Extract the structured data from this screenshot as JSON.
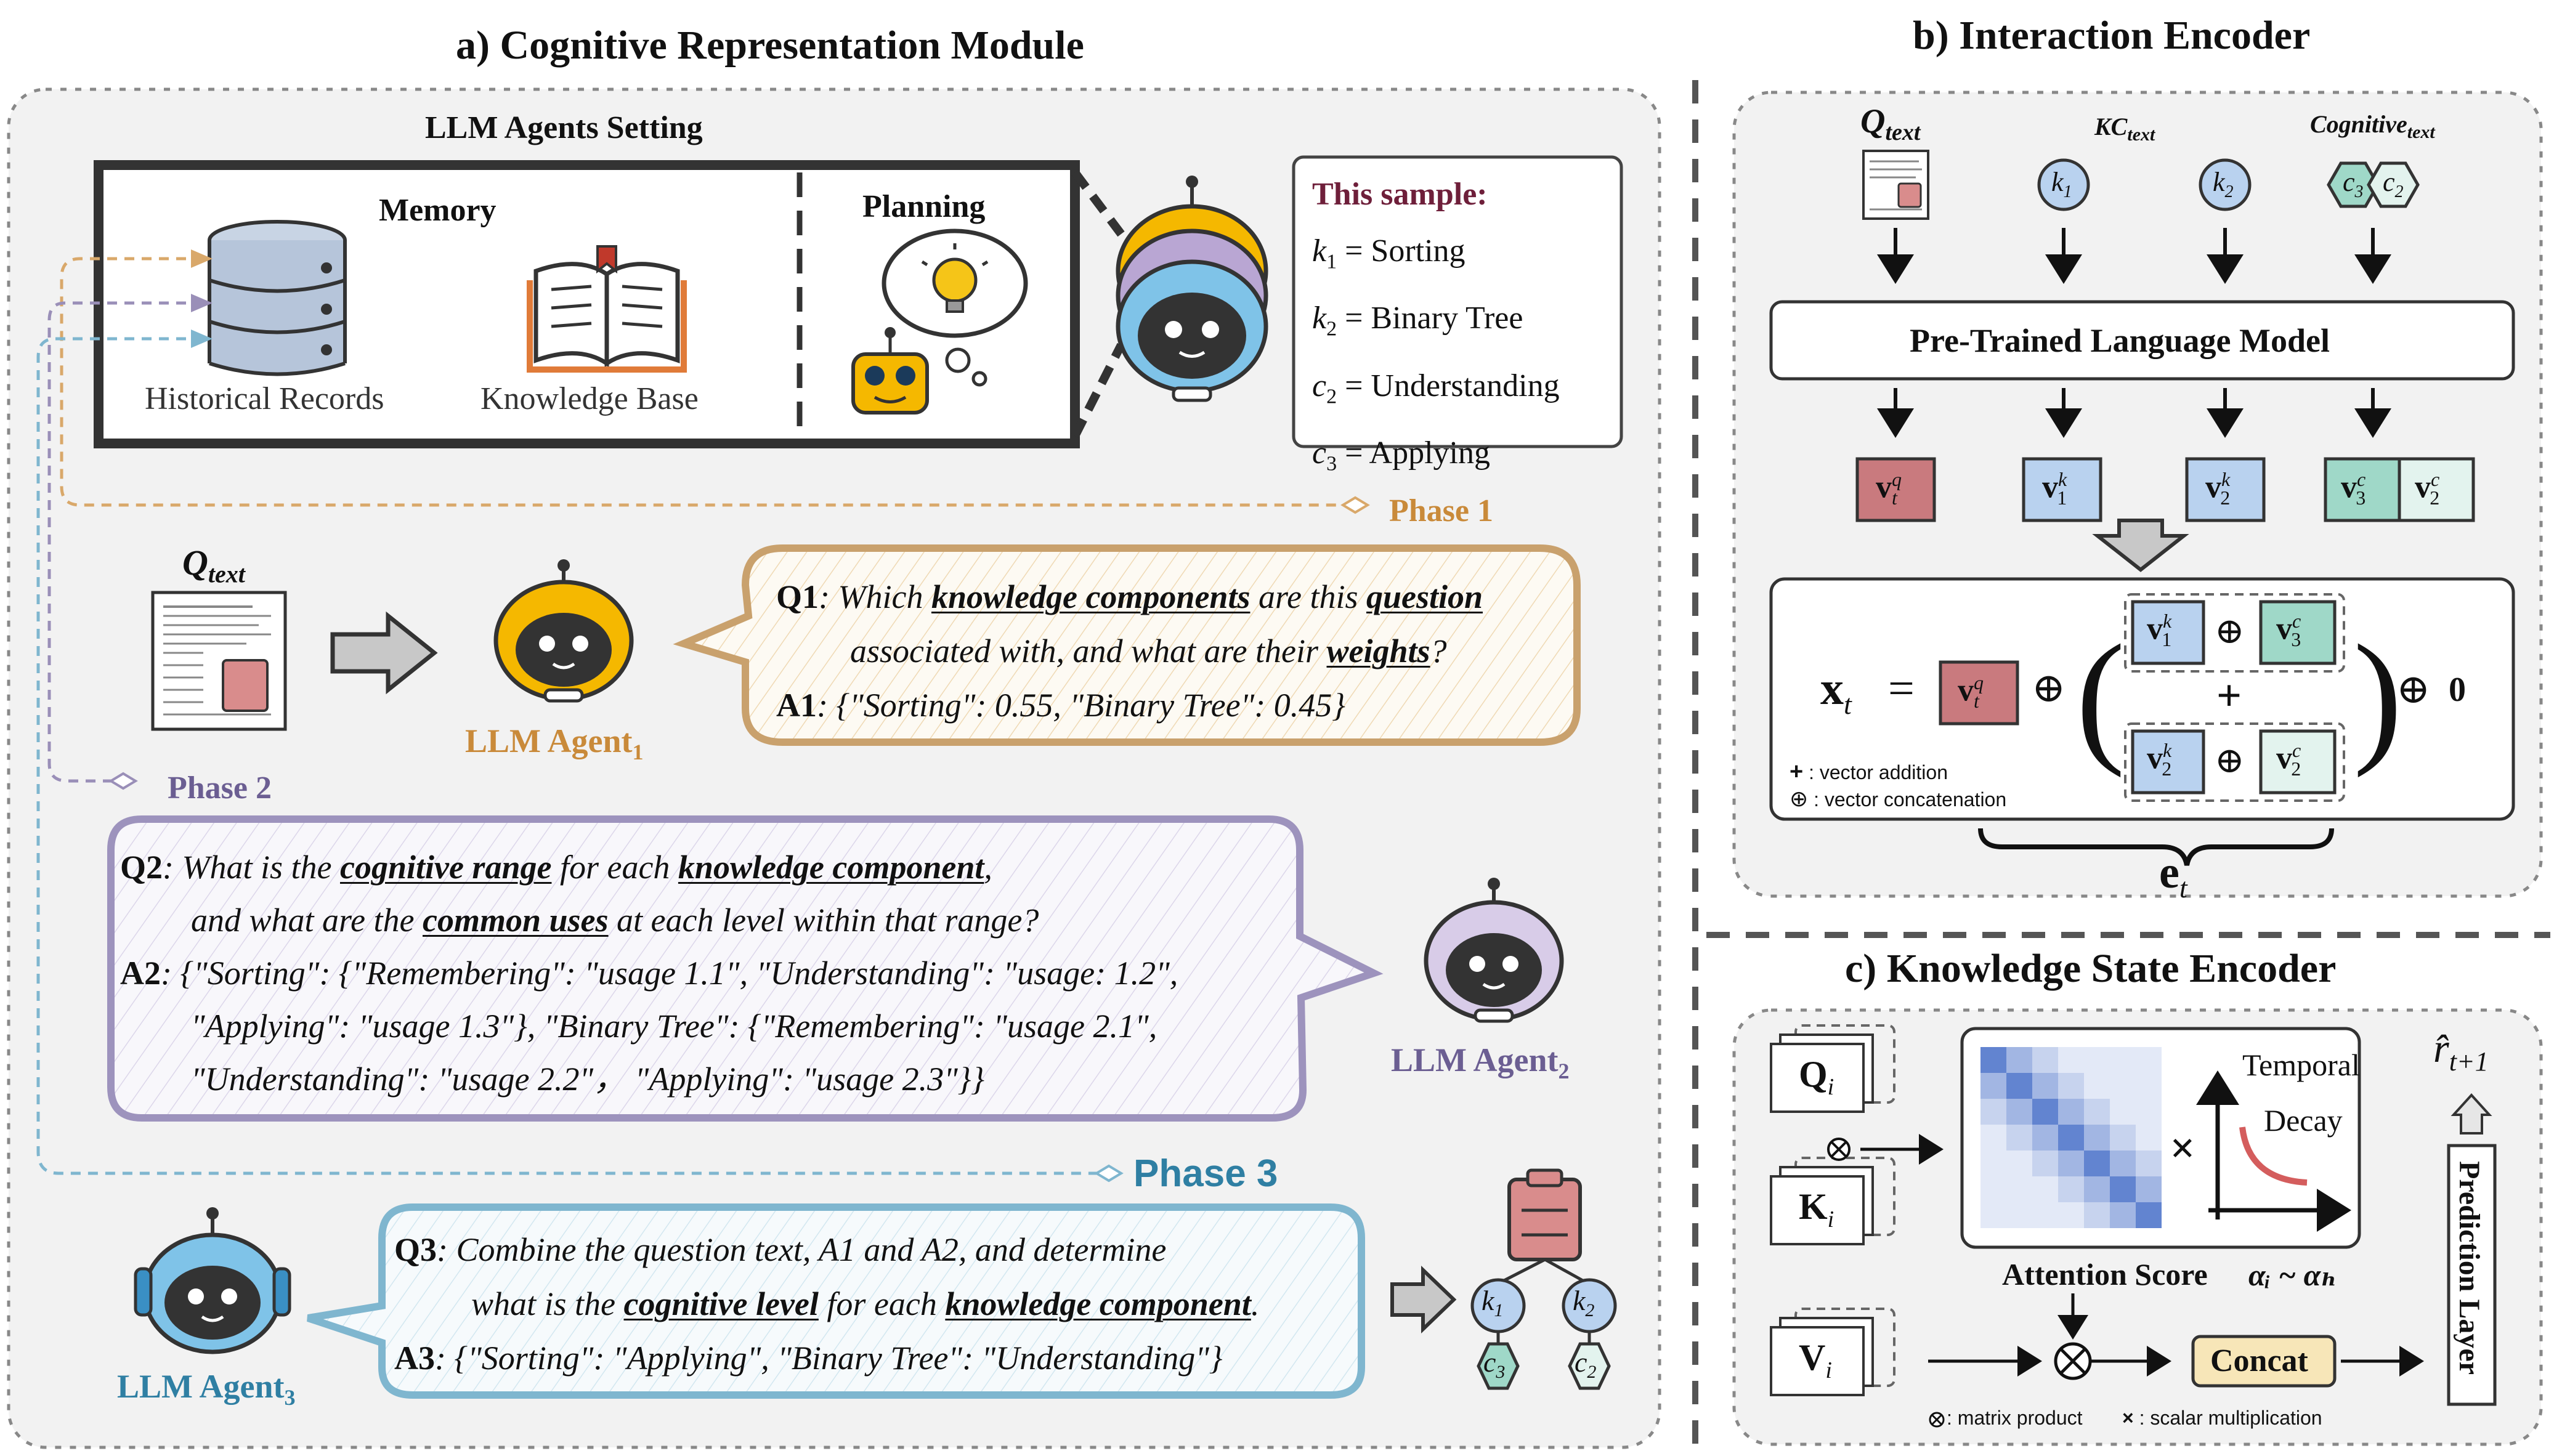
{
  "panel_a": {
    "title": "a) Cognitive Representation Module",
    "agents_setting_title": "LLM Agents Setting",
    "memory_label": "Memory",
    "planning_label": "Planning",
    "historical_records": "Historical Records",
    "knowledge_base": "Knowledge Base",
    "sample": {
      "title": "This sample:",
      "rows": [
        {
          "sym": "k",
          "sub": "1",
          "value": " = Sorting"
        },
        {
          "sym": "k",
          "sub": "2",
          "value": " = Binary Tree"
        },
        {
          "sym": "c",
          "sub": "2",
          "value": " = Understanding"
        },
        {
          "sym": "c",
          "sub": "3",
          "value": " = Applying"
        }
      ]
    },
    "phase1": "Phase 1",
    "phase2": "Phase 2",
    "phase3": "Phase 3",
    "qtext": "Q",
    "qtext_sub": "text",
    "agent1": "LLM Agent",
    "agent1_sub": "1",
    "agent2": "LLM Agent",
    "agent2_sub": "2",
    "agent3": "LLM Agent",
    "agent3_sub": "3",
    "q1": {
      "label": "Q1",
      "l1a": ": Which ",
      "l1b": "knowledge components",
      "l1c": " are this ",
      "l1d": "question",
      "l2a": "associated with, and what are their ",
      "l2b": "weights",
      "l2c": "?"
    },
    "a1": {
      "label": "A1",
      "text": ": {\"Sorting\": 0.55, \"Binary Tree\": 0.45}"
    },
    "q2": {
      "label": "Q2",
      "l1a": ": What is the ",
      "l1b": "cognitive range",
      "l1c": " for each ",
      "l1d": "knowledge component",
      "l1e": ",",
      "l2a": "and what are the ",
      "l2b": "common uses",
      "l2c": " at each level within that range?"
    },
    "a2": {
      "label": "A2",
      "l1": ": {\"Sorting\": {\"Remembering\": \"usage 1.1\", \"Understanding\": \"usage: 1.2\",",
      "l2": "\"Applying\": \"usage 1.3\"}, \"Binary Tree\": {\"Remembering\": \"usage 2.1\",",
      "l3": "\"Understanding\": \"usage 2.2\"， \"Applying\": \"usage 2.3\"}}"
    },
    "q3": {
      "label": "Q3",
      "l1": ": Combine the question text, A1 and A2, and determine",
      "l2a": "what is the ",
      "l2b": "cognitive level",
      "l2c": " for each ",
      "l2d": "knowledge component",
      "l2e": "."
    },
    "a3": {
      "label": "A3",
      "text": ": {\"Sorting\": \"Applying\", \"Binary Tree\": \"Understanding\"}"
    },
    "tree": {
      "k1": "k",
      "k1s": "1",
      "k2": "k",
      "k2s": "2",
      "c3": "c",
      "c3s": "3",
      "c2": "c",
      "c2s": "2"
    }
  },
  "panel_b": {
    "title": "b) Interaction Encoder",
    "inputs": {
      "q": "Q",
      "q_sub": "text",
      "kc": "KC",
      "kc_sub": "text",
      "cog": "Cognitive",
      "cog_sub": "text"
    },
    "plm": "Pre-Trained Language Model",
    "xt": "x",
    "xt_sub": "t",
    "et": "e",
    "et_sub": "t",
    "zero": "0",
    "legend_add": ": vector addition",
    "legend_concat": ": vector concatenation"
  },
  "panel_c": {
    "title": "c) Knowledge State Encoder",
    "qi": "Q",
    "ki": "K",
    "vi": "V",
    "sub_i": "i",
    "temporal": "Temporal",
    "decay": "Decay",
    "attention": "Attention Score",
    "alpha": "αᵢ ~ αₕ",
    "concat": "Concat",
    "prediction": "Prediction Layer",
    "rhat": "r̂",
    "rhat_sub": "t+1",
    "legend_matrix": ": matrix product",
    "legend_scalar": ": scalar multiplication"
  },
  "colors": {
    "phase1": "#c98a3a",
    "phase2": "#6b5e92",
    "phase3": "#2f7fa3",
    "vq": "#c97a7e",
    "vk": "#b9d2ef",
    "vc": "#9fd8c8",
    "vc2": "#e3f3ee",
    "concat": "#f7e6b8"
  }
}
